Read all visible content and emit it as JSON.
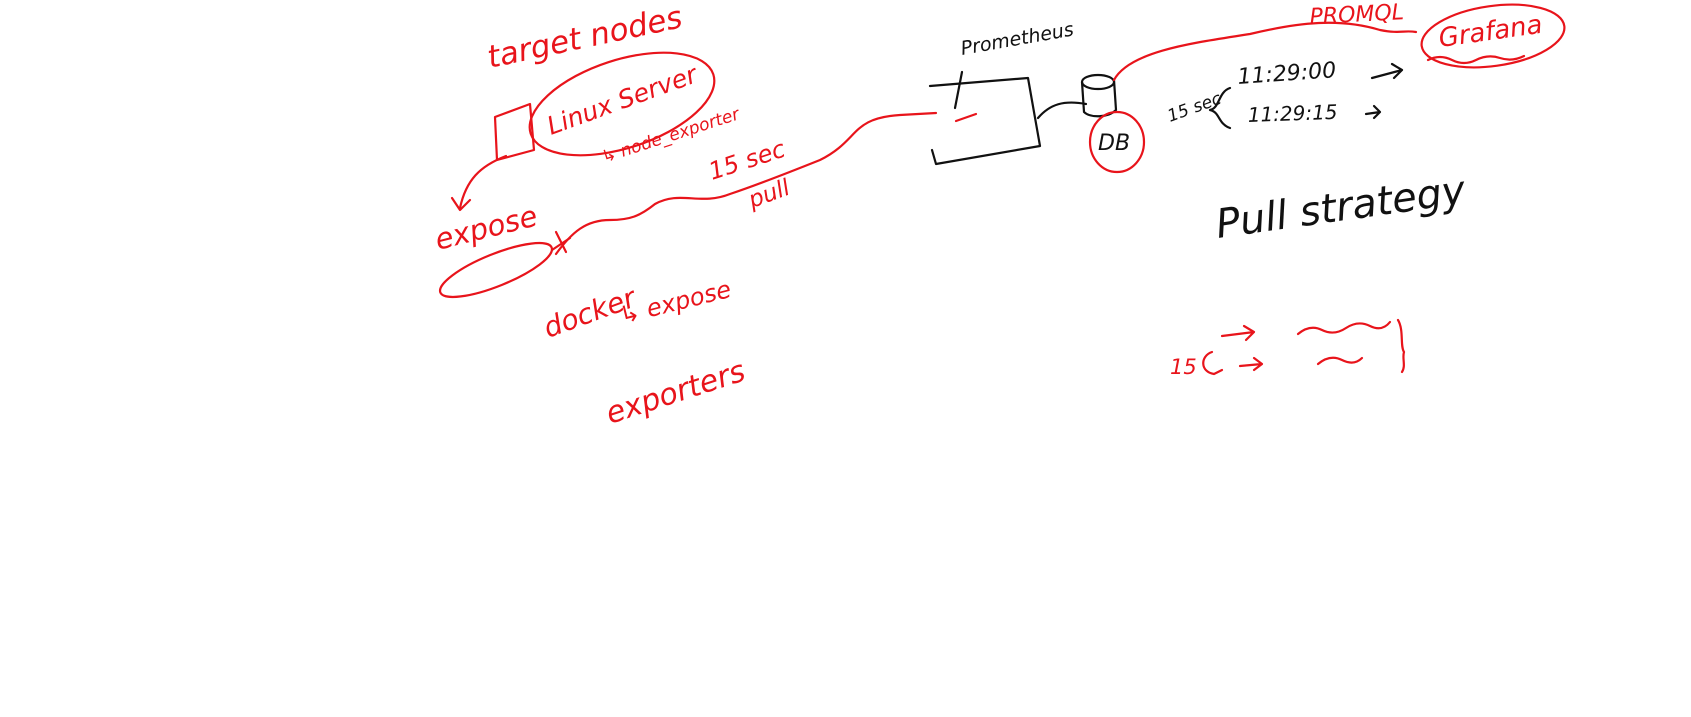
{
  "canvas": {
    "background": "#ffffff"
  },
  "colors": {
    "red_ink": "#e8141b",
    "black_ink": "#111111"
  },
  "labels": {
    "target_nodes": "target nodes",
    "linux_server": "Linux Server",
    "node_exporter": "↳ node_exporter",
    "expose": "expose",
    "sec_15": "15 sec",
    "pull": "pull",
    "docker": "docker",
    "docker_expose": "↳ expose",
    "exporters": "exporters",
    "prometheus": "Prometheus",
    "db": "DB",
    "promql": "PROMQL",
    "grafana": "Grafana",
    "ts_1": "11:29:00",
    "ts_2": "11:29:15",
    "db_side": "15 sec",
    "pull_strategy": "Pull strategy",
    "interval": "15"
  }
}
